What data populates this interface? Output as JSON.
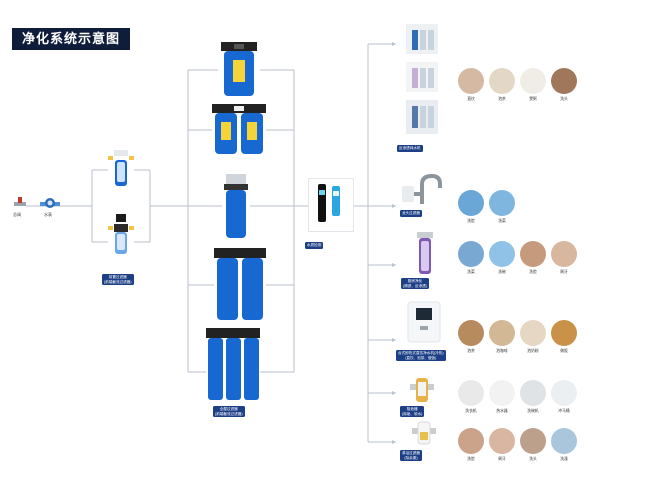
{
  "header": {
    "title": "净化系统示意图"
  },
  "source": {
    "valve_label": "总阀",
    "meter_label": "水表"
  },
  "prefilter": {
    "label_line1": "前置过滤器",
    "label_line2": "(前端截流过滤器)"
  },
  "central": {
    "label_line1": "全屋过滤器",
    "label_line2": "(前端截流过滤器)"
  },
  "tds": {
    "label": "水质检测"
  },
  "outputs": [
    {
      "label_line1": "反渗透纯水机",
      "label_line2": "",
      "uses": [
        "直饮",
        "泡茶",
        "煲粥",
        "洗头"
      ]
    },
    {
      "label_line1": "龙头过滤器",
      "label_line2": "",
      "uses": [
        "洗脸",
        "洗菜"
      ]
    },
    {
      "label_line1": "厨房净化",
      "label_line2": "(精滤、反渗透)",
      "uses": [
        "洗菜",
        "洗碗",
        "洗脸",
        "刷牙"
      ]
    },
    {
      "label_line1": "台式即热式直饮净水机(冷热)",
      "label_line2": "(直饮、泡茶、做饭)",
      "uses": [
        "泡茶",
        "泡咖啡",
        "泡奶粉",
        "做饭"
      ]
    },
    {
      "label_line1": "阻垢器",
      "label_line2": "(除垢、软水)",
      "uses": [
        "洗衣机",
        "热水器",
        "洗碗机",
        "冲马桶"
      ]
    },
    {
      "label_line1": "淋浴过滤器",
      "label_line2": "(除余氯)",
      "uses": [
        "洗脸",
        "刷牙",
        "洗头",
        "洗澡"
      ]
    }
  ],
  "colors": {
    "line": "#b8c2cc",
    "label_bg": "#1d3f86",
    "housing_blue": "#1768d1",
    "title_bg": "#0f1d3a"
  }
}
